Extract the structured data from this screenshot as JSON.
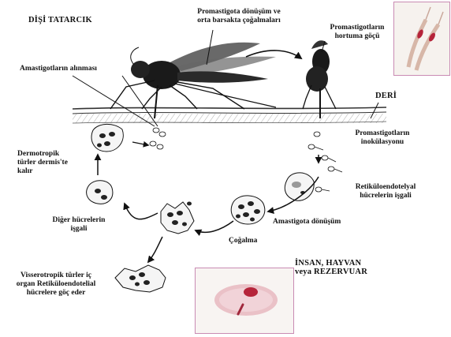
{
  "title_female_sandfly": "DİŞİ TATARCIK",
  "labels": {
    "promastigote_transform": "Promastigota dönüşüm  ve\norta barsakta çoğalmaları",
    "promastigote_migration": "Promastigotların\nhortuma göçü",
    "amastigote_uptake": "Amastigotların alınması",
    "skin": "DERİ",
    "promastigote_inoculation": "Promastigotların\ninokülasyonu",
    "dermotropic": "Dermotropik\ntürler dermis'te\nkalır",
    "res_invasion": "Retiküloendotelyal\nhücrelerin işgali",
    "other_cells": "Diğer hücrelerin\nişgali",
    "amastigote_transform": "Amastigota dönüşüm",
    "multiplication": "Çoğalma",
    "viscerotropic": "Visserotropik türler iç\norgan Retiküloendotelial\nhücrelere göç eder",
    "host": "İNSAN, HAYVAN\nveya REZERVUAR"
  },
  "colors": {
    "ink": "#111111",
    "inset_border": "#c98bb3",
    "stain_red": "#b5243a",
    "cell_pink": "#e7b7c0"
  }
}
